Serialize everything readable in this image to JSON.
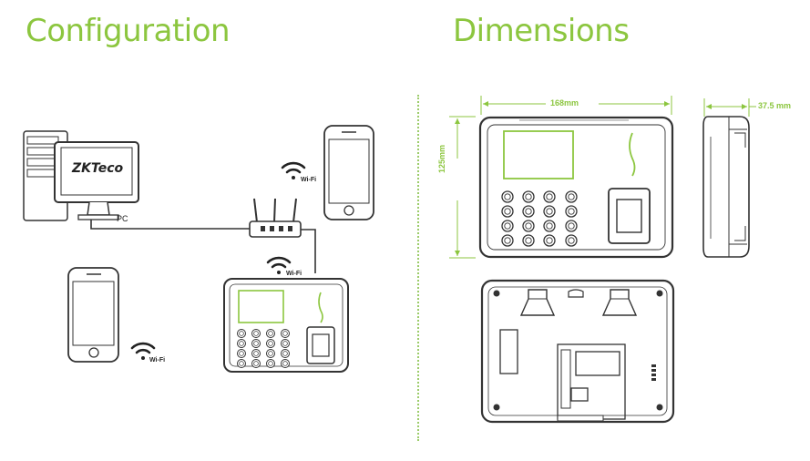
{
  "headings": {
    "configuration": "Configuration",
    "dimensions": "Dimensions"
  },
  "labels": {
    "pc": "PC",
    "wifi": "Wi-Fi",
    "brand_logo": "ZKTeco",
    "width": "168mm",
    "height": "125mm",
    "depth": "37.5 mm"
  },
  "colors": {
    "accent": "#8cc63f",
    "line": "#333333",
    "screen": "#8cc63f"
  }
}
